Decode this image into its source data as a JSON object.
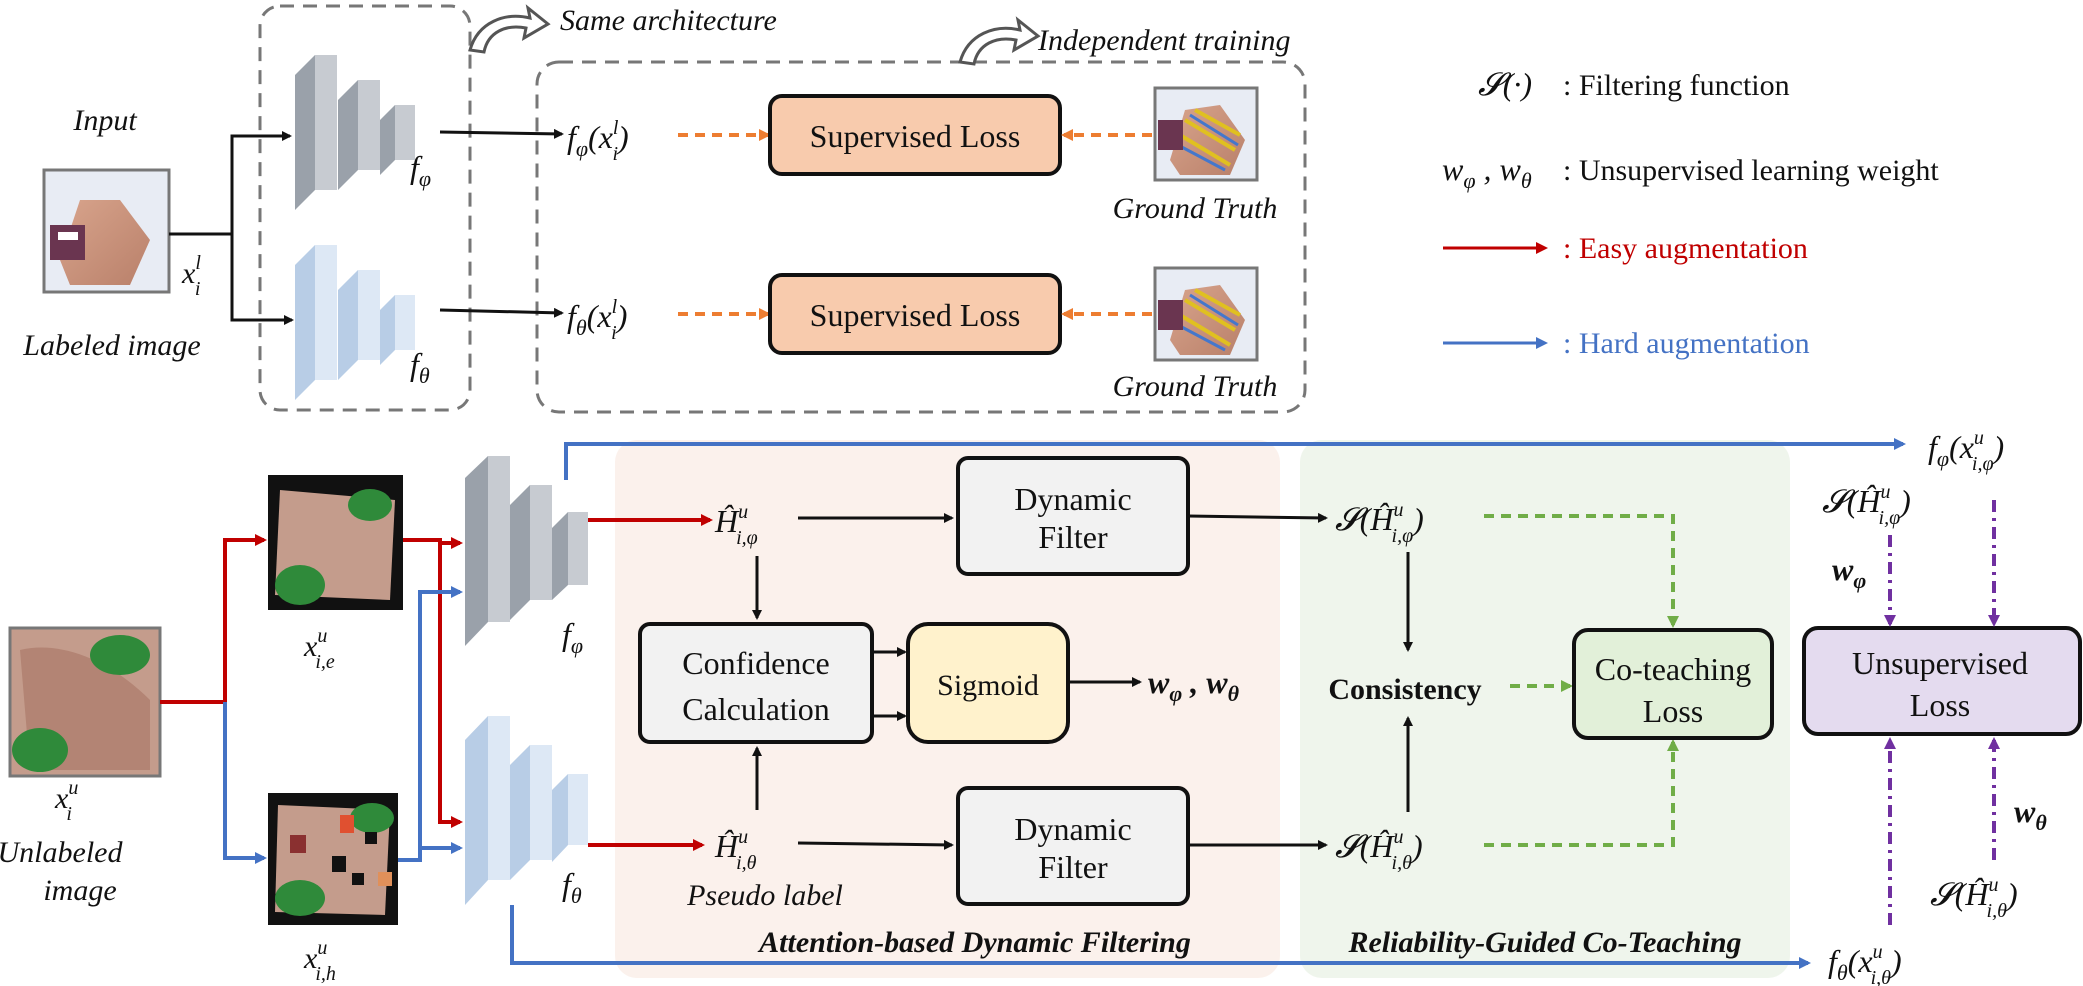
{
  "labels": {
    "input": "Input",
    "labeled_image": "Labeled image",
    "same_architecture": "Same architecture",
    "independent_training": "Independent training",
    "ground_truth": "Ground Truth",
    "unlabeled_image_1": "Unlabeled",
    "unlabeled_image_2": "image",
    "pseudo_label": "Pseudo label",
    "section_adf": "Attention-based Dynamic Filtering",
    "section_rgct": "Reliability-Guided Co-Teaching"
  },
  "boxes": {
    "supervised_loss": "Supervised Loss",
    "dynamic_filter_1": "Dynamic",
    "dynamic_filter_2": "Filter",
    "confidence_1": "Confidence",
    "confidence_2": "Calculation",
    "sigmoid": "Sigmoid",
    "consistency": "Consistency",
    "coteaching_1": "Co-teaching",
    "coteaching_2": "Loss",
    "unsupervised_1": "Unsupervised",
    "unsupervised_2": "Loss"
  },
  "legend": {
    "filtering_function": ": Filtering function",
    "unsup_weight": ": Unsupervised learning weight",
    "easy_aug": ": Easy augmentation",
    "hard_aug": ": Hard augmentation"
  },
  "colors": {
    "easy": "#c00000",
    "hard": "#4472c4",
    "supervised_fill": "#f8cbad",
    "sigmoid_fill": "#fff2cc",
    "coteach_fill": "#e2f0d9",
    "unsup_fill": "#e4dbef",
    "filter_fill": "#f2f2f2",
    "orange_dash": "#ed7d31",
    "green_dash": "#70ad47",
    "purple_dash": "#7030a0",
    "section_adf_bg": "#fbf1ec",
    "section_rgct_bg": "#eff5ec"
  }
}
